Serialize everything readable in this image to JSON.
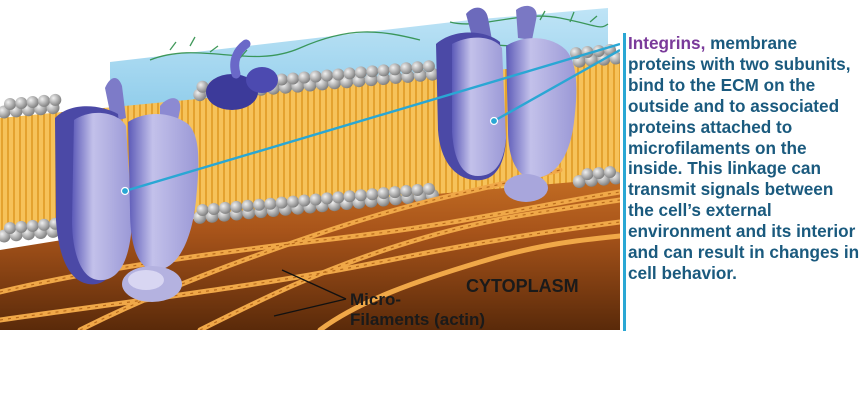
{
  "caption": {
    "term": "Integrins,",
    "body": "membrane proteins with two subunits, bind to the ECM on the outside and to associated proteins attached to microfilaments on the inside. This linkage can transmit signals between the cell’s external environment and its interior and can result in changes in cell behavior."
  },
  "labels": {
    "cytoplasm": "CYTOPLASM",
    "microfilaments_line1": "Micro-",
    "microfilaments_line2": "Filaments (actin)"
  },
  "colors": {
    "callout": "#2aa7d4",
    "term": "#7a3a9a",
    "caption_text": "#1a5a7e",
    "ecm_fluid": "#9ed4ee",
    "lipid_head": "#8c8c8c",
    "lipid_tail": "#f3b13a",
    "cytoplasm": "#7a3a10",
    "actin": "#f0a848",
    "integrin": "#b8b6e2",
    "integrin_shadow": "#4a4aa8"
  }
}
